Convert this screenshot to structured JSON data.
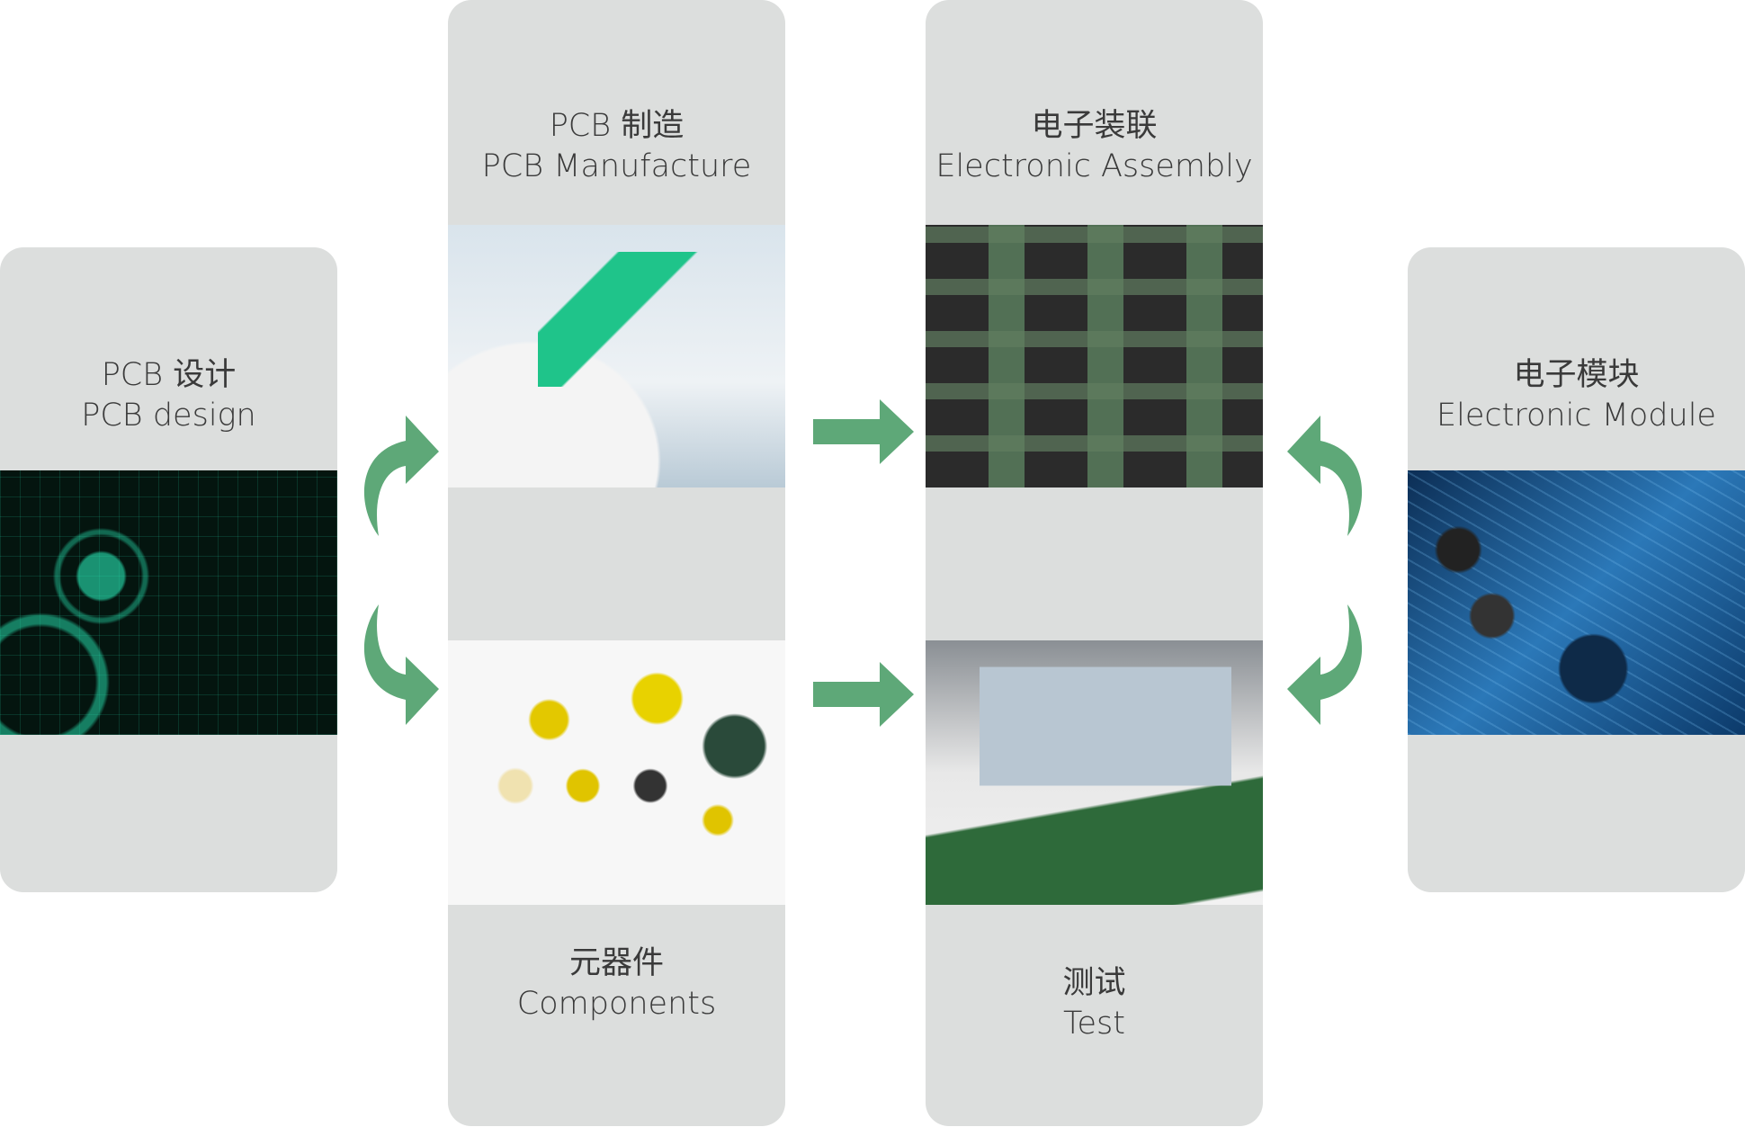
{
  "colors": {
    "card_bg": "#dcdedd",
    "arrow": "#5ea878"
  },
  "steps": {
    "pcb_design": {
      "zh": "PCB  设计",
      "en": "PCB design"
    },
    "pcb_manufacture": {
      "zh": "PCB  制造",
      "en": "PCB Manufacture"
    },
    "components": {
      "zh": "元器件",
      "en": "Components"
    },
    "electronic_assembly": {
      "zh": "电子装联",
      "en": "Electronic Assembly"
    },
    "test": {
      "zh": "测试",
      "en": "Test"
    },
    "electronic_module": {
      "zh": "电子模块",
      "en": "Electronic Module"
    }
  },
  "icons": {
    "curved": "curved-arrow-icon",
    "straight": "right-arrow-icon"
  }
}
